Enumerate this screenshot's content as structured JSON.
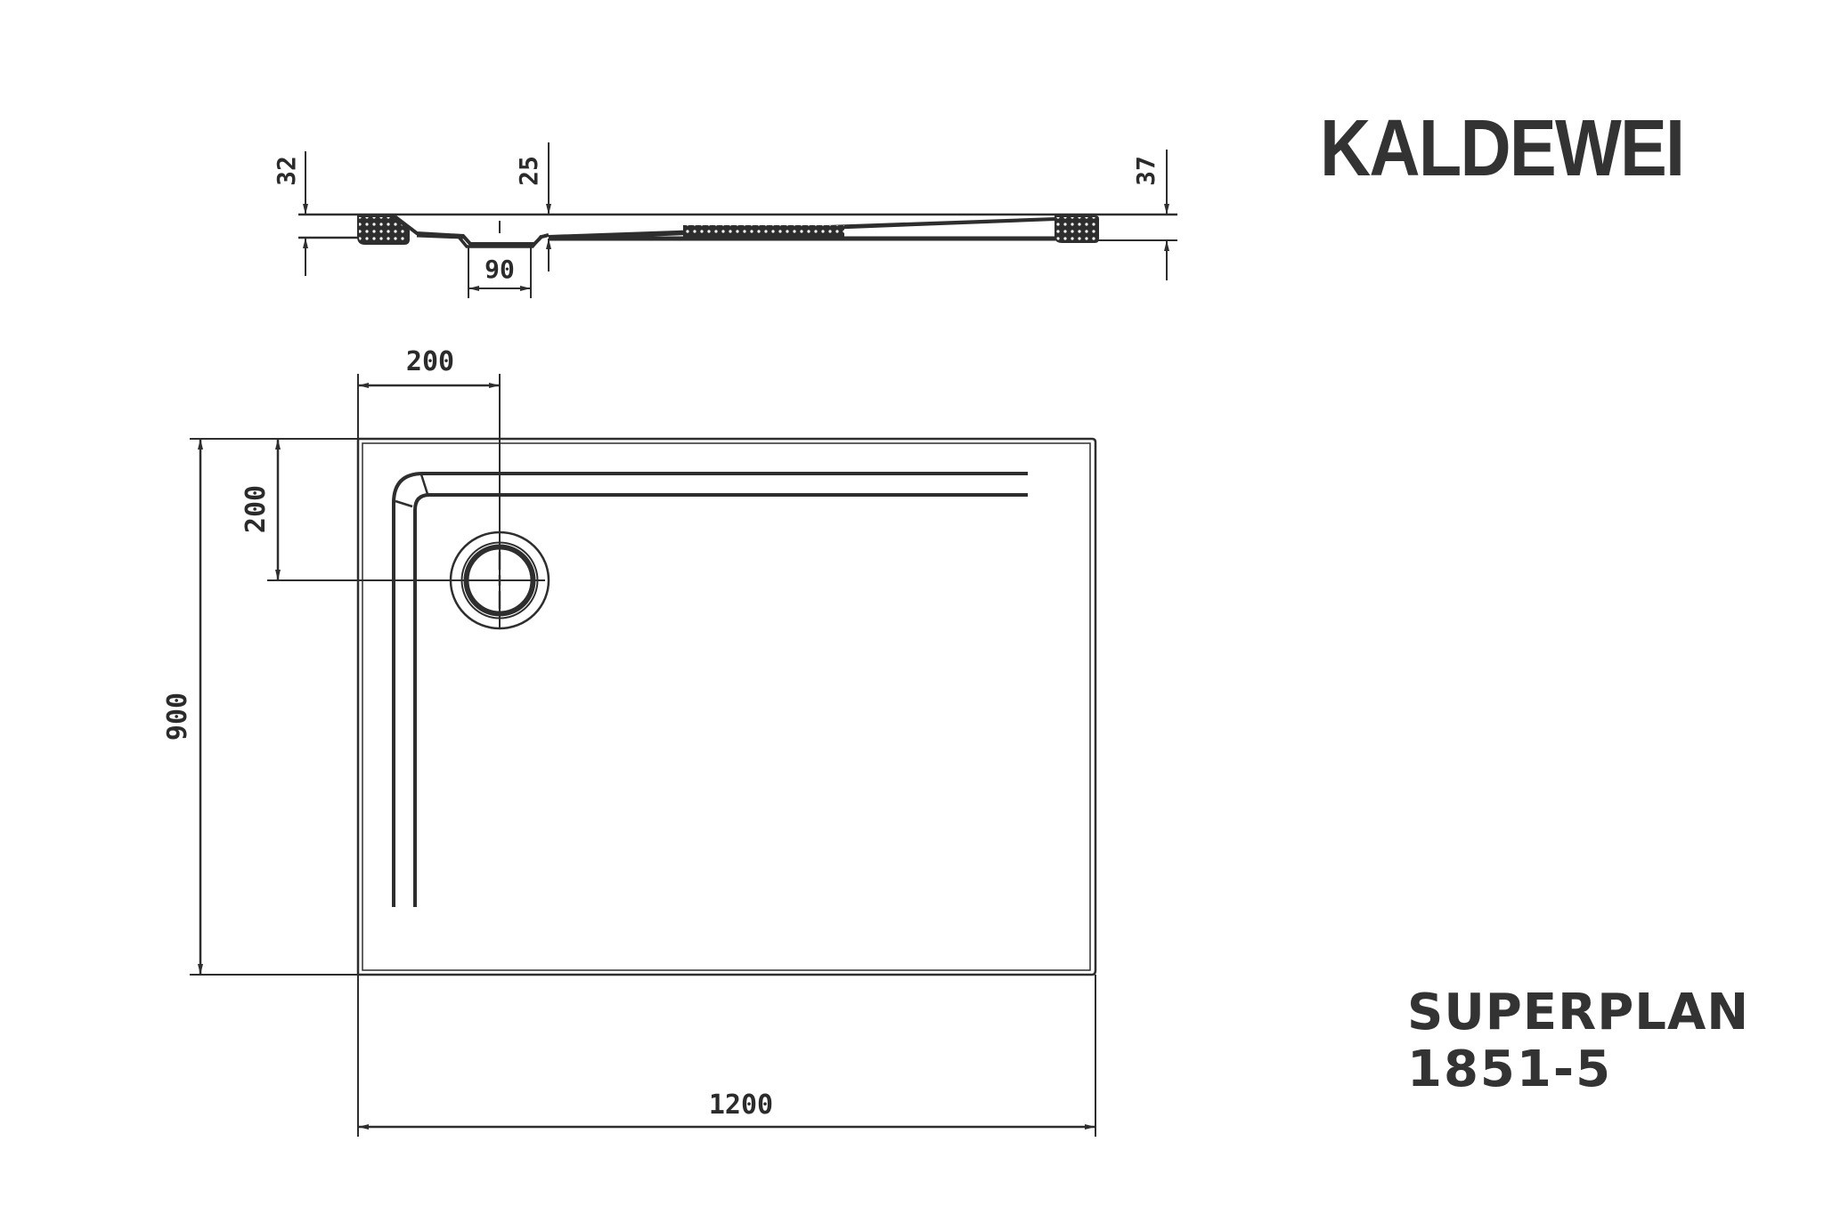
{
  "brand": {
    "logo_text": "KALDEWEI",
    "color": "#333333"
  },
  "product": {
    "name": "SUPERPLAN",
    "code": "1851-5"
  },
  "section_view": {
    "dimensions": {
      "height_left": "32",
      "height_drain": "25",
      "height_right": "37",
      "drain_width": "90"
    }
  },
  "plan_view": {
    "dimensions": {
      "width": "1200",
      "depth": "900",
      "drain_offset_x": "200",
      "drain_offset_y": "200"
    }
  },
  "colors": {
    "line": "#2e2e2e",
    "background": "#ffffff"
  }
}
